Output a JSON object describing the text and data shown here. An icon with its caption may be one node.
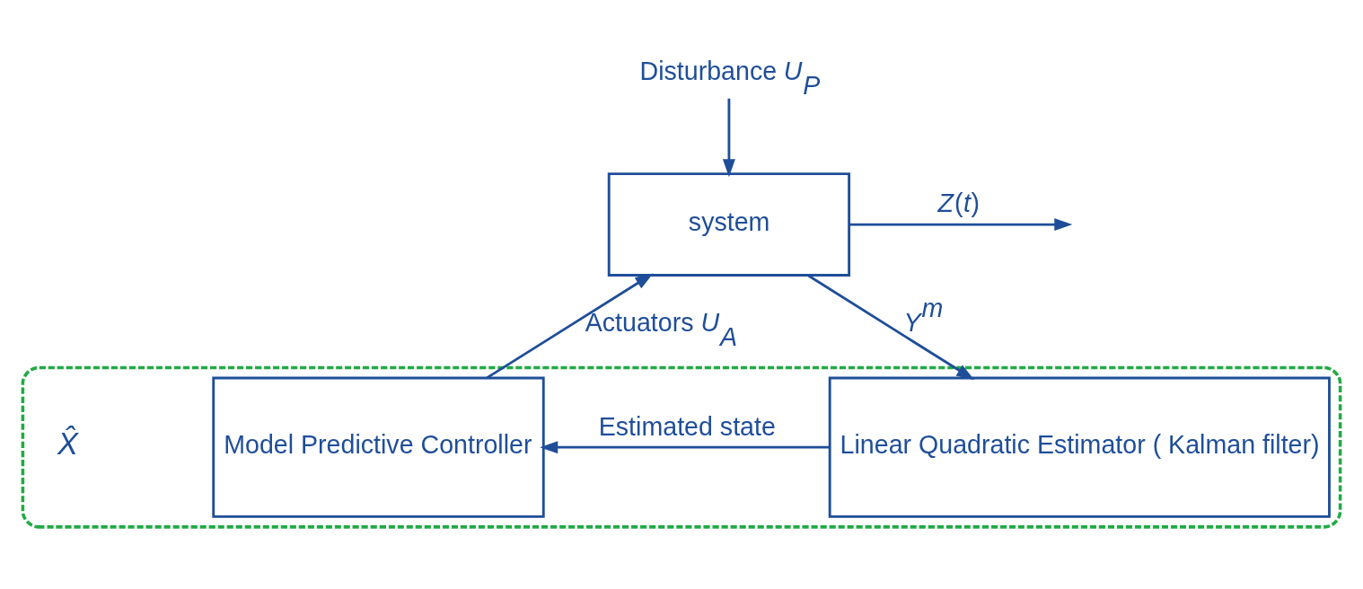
{
  "diagram": {
    "nodes": [
      {
        "text": [
          "Disturbance *U*$_{P}$"
        ]
      },
      {
        "text": [
          "system"
        ]
      },
      {
        "text": [],
        "shape": "box"
      },
      {
        "text": [
          "Model Predictive Controller"
        ],
        "in": 2
      },
      {
        "text": [
          "Linear Quadratic Estimator ( Kalman filter)"
        ],
        "in": 2
      }
    ],
    "edges": [
      {
        "from": 0,
        "to": 1,
        "arrow": "to"
      },
      {
        "from": 3,
        "to": 1,
        "arrow": "to",
        "label": "Actuators *U*$_{A}$"
      },
      {
        "from": 1,
        "to": null,
        "arrow": "to",
        "label": "*Z*(*t*)"
      },
      {
        "from": 1,
        "to": 4,
        "arrow": "to",
        "label": "*Y*$^{m}$"
      },
      {
        "from": 4,
        "to": 3,
        "arrow": "to",
        "label": "Estimated state"
      }
    ],
    "labels": [
      "X̂"
    ]
  }
}
